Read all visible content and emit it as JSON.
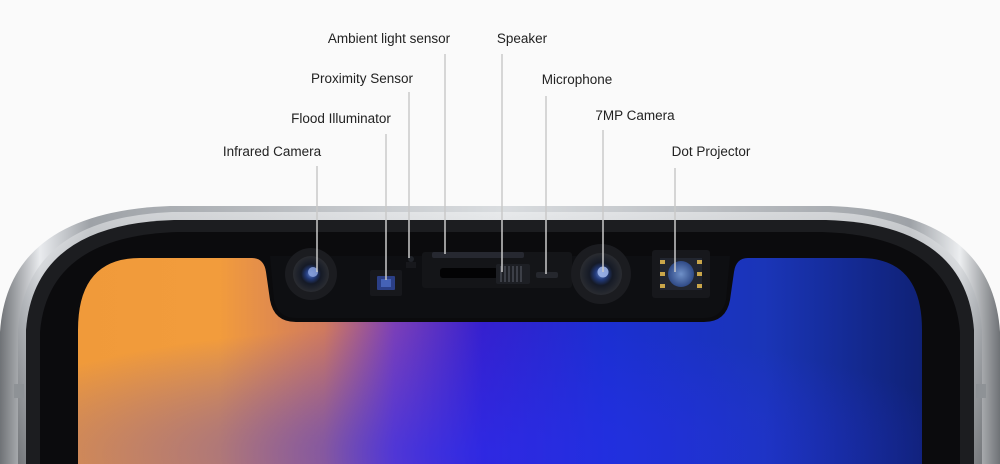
{
  "diagram": {
    "callouts": [
      {
        "id": "infrared-camera",
        "label": "Infrared Camera"
      },
      {
        "id": "flood-illuminator",
        "label": "Flood Illuminator"
      },
      {
        "id": "proximity-sensor",
        "label": "Proximity Sensor"
      },
      {
        "id": "ambient-light-sensor",
        "label": "Ambient light sensor"
      },
      {
        "id": "speaker",
        "label": "Speaker"
      },
      {
        "id": "microphone",
        "label": "Microphone"
      },
      {
        "id": "camera-7mp",
        "label": "7MP Camera"
      },
      {
        "id": "dot-projector",
        "label": "Dot Projector"
      }
    ]
  },
  "colors": {
    "background": "#fafafa",
    "frame_steel": "#b9bcc0",
    "bezel": "#0b0b0d",
    "screen_orange": "#f39a3c",
    "screen_violet": "#6a3fc8",
    "screen_blue": "#1a2fd0",
    "screen_navy": "#0a1a7a",
    "leader_line": "#c9c9c9",
    "label_text": "#222222"
  }
}
